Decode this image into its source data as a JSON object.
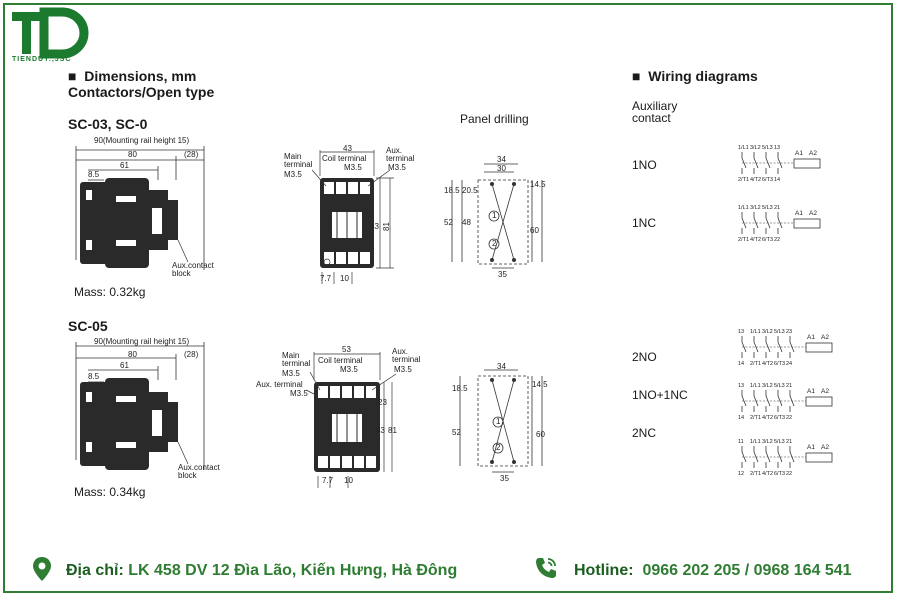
{
  "logo": {
    "initials": "TD",
    "company": "TIENDUY.,JSC"
  },
  "dimensions": {
    "heading": "Dimensions, mm",
    "subheading": "Contactors/Open type",
    "panel_drilling": "Panel drilling"
  },
  "models": [
    {
      "name": "SC-03, SC-0",
      "mass": "Mass: 0.32kg",
      "side": {
        "overall": "90(Mounting rail height 15)",
        "w80": "80",
        "w61": "61",
        "d85": "8.5",
        "d28": "(28)",
        "aux": "Aux.contact block"
      },
      "front": {
        "width": "43",
        "coil": "Coil terminal",
        "coil_m": "M3.5",
        "main": "Main terminal",
        "main_m": "M3.5",
        "aux": "Aux. terminal",
        "aux_m": "M3.5",
        "h43": "43",
        "h81": "81",
        "w77": "7.7",
        "w10": "10"
      },
      "drill": {
        "w34": "34",
        "w30": "30",
        "h185": "18.5",
        "h205": "20.5",
        "h48": "48",
        "h52": "52",
        "h145": "14.5",
        "h60": "60",
        "w35": "35",
        "n1": "1",
        "n2": "2"
      }
    },
    {
      "name": "SC-05",
      "mass": "Mass: 0.34kg",
      "side": {
        "overall": "90(Mounting rail height 15)",
        "w80": "80",
        "w61": "61",
        "d85": "8.5",
        "d28": "(28)",
        "aux": "Aux.contact block"
      },
      "front": {
        "width": "53",
        "coil": "Coil terminal",
        "coil_m": "M3.5",
        "main": "Main terminal",
        "main_m": "M3.5",
        "aux": "Aux. terminal",
        "aux_m": "M3.5",
        "aux2": "Aux. terminal",
        "aux2_m": "M3.5",
        "h23": "23",
        "h43": "43",
        "h81": "81",
        "w77": "7.7",
        "w10": "10"
      },
      "drill": {
        "w34": "34",
        "h185": "18.5",
        "h52": "52",
        "h145": "14.5",
        "h60": "60",
        "w35": "35",
        "n1": "1",
        "n2": "2"
      }
    }
  ],
  "wiring": {
    "heading": "Wiring diagrams",
    "aux_label": "Auxiliary contact",
    "diagrams": [
      {
        "label": "1NO",
        "top": [
          "1/L1",
          "3/L2",
          "5/L3",
          "13"
        ],
        "bottom": [
          "2/T1",
          "4/T2",
          "6/T3",
          "14"
        ],
        "coil": [
          "A1",
          "A2"
        ]
      },
      {
        "label": "1NC",
        "top": [
          "1/L1",
          "3/L2",
          "5/L3",
          "21"
        ],
        "bottom": [
          "2/T1",
          "4/T2",
          "6/T3",
          "22"
        ],
        "coil": [
          "A1",
          "A2"
        ]
      },
      {
        "label": "2NO",
        "top": [
          "13",
          "1/L1",
          "3/L2",
          "5/L3",
          "23"
        ],
        "bottom": [
          "14",
          "2/T1",
          "4/T2",
          "6/T3",
          "24"
        ],
        "coil": [
          "A1",
          "A2"
        ]
      },
      {
        "label": "1NO+1NC",
        "top": [
          "13",
          "1/L1",
          "3/L2",
          "5/L3",
          "21"
        ],
        "bottom": [
          "14",
          "2/T1",
          "4/T2",
          "6/T3",
          "22"
        ],
        "coil": [
          "A1",
          "A2"
        ]
      },
      {
        "label": "2NC",
        "top": [
          "11",
          "1/L1",
          "3/L2",
          "5/L3",
          "21"
        ],
        "bottom": [
          "12",
          "2/T1",
          "4/T2",
          "6/T3",
          "22"
        ],
        "coil": [
          "A1",
          "A2"
        ]
      }
    ]
  },
  "footer": {
    "address_label": "Địa chỉ:",
    "address": "LK 458 DV 12 Đìa Lão, Kiến Hưng, Hà Đông",
    "hotline_label": "Hotline:",
    "hotline": "0966 202 205 / 0968 164 541"
  },
  "colors": {
    "brand": "#2e7d32",
    "frame": "#2e7d32",
    "text": "#1a1a1a"
  },
  "icons": {
    "address": "map-pin-icon",
    "hotline": "phone-icon"
  }
}
